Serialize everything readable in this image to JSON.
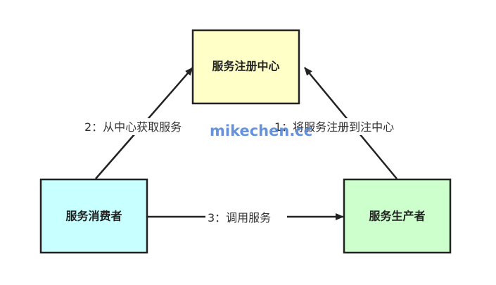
{
  "nodes": {
    "registry": {
      "label": "服务注册中心",
      "fill": "#ffffc8"
    },
    "consumer": {
      "label": "服务消费者",
      "fill": "#c8ffff"
    },
    "provider": {
      "label": "服务生产者",
      "fill": "#ccffcc"
    }
  },
  "edges": {
    "register": {
      "label": "1：将服务注册到注中心"
    },
    "discover": {
      "label": "2：从中心获取服务"
    },
    "invoke": {
      "label": "3：调用服务"
    }
  },
  "watermark": {
    "text": "mikechen.cc",
    "color": "#4a7fd4"
  },
  "colors": {
    "stroke": "#222222",
    "edge": "#222222"
  }
}
